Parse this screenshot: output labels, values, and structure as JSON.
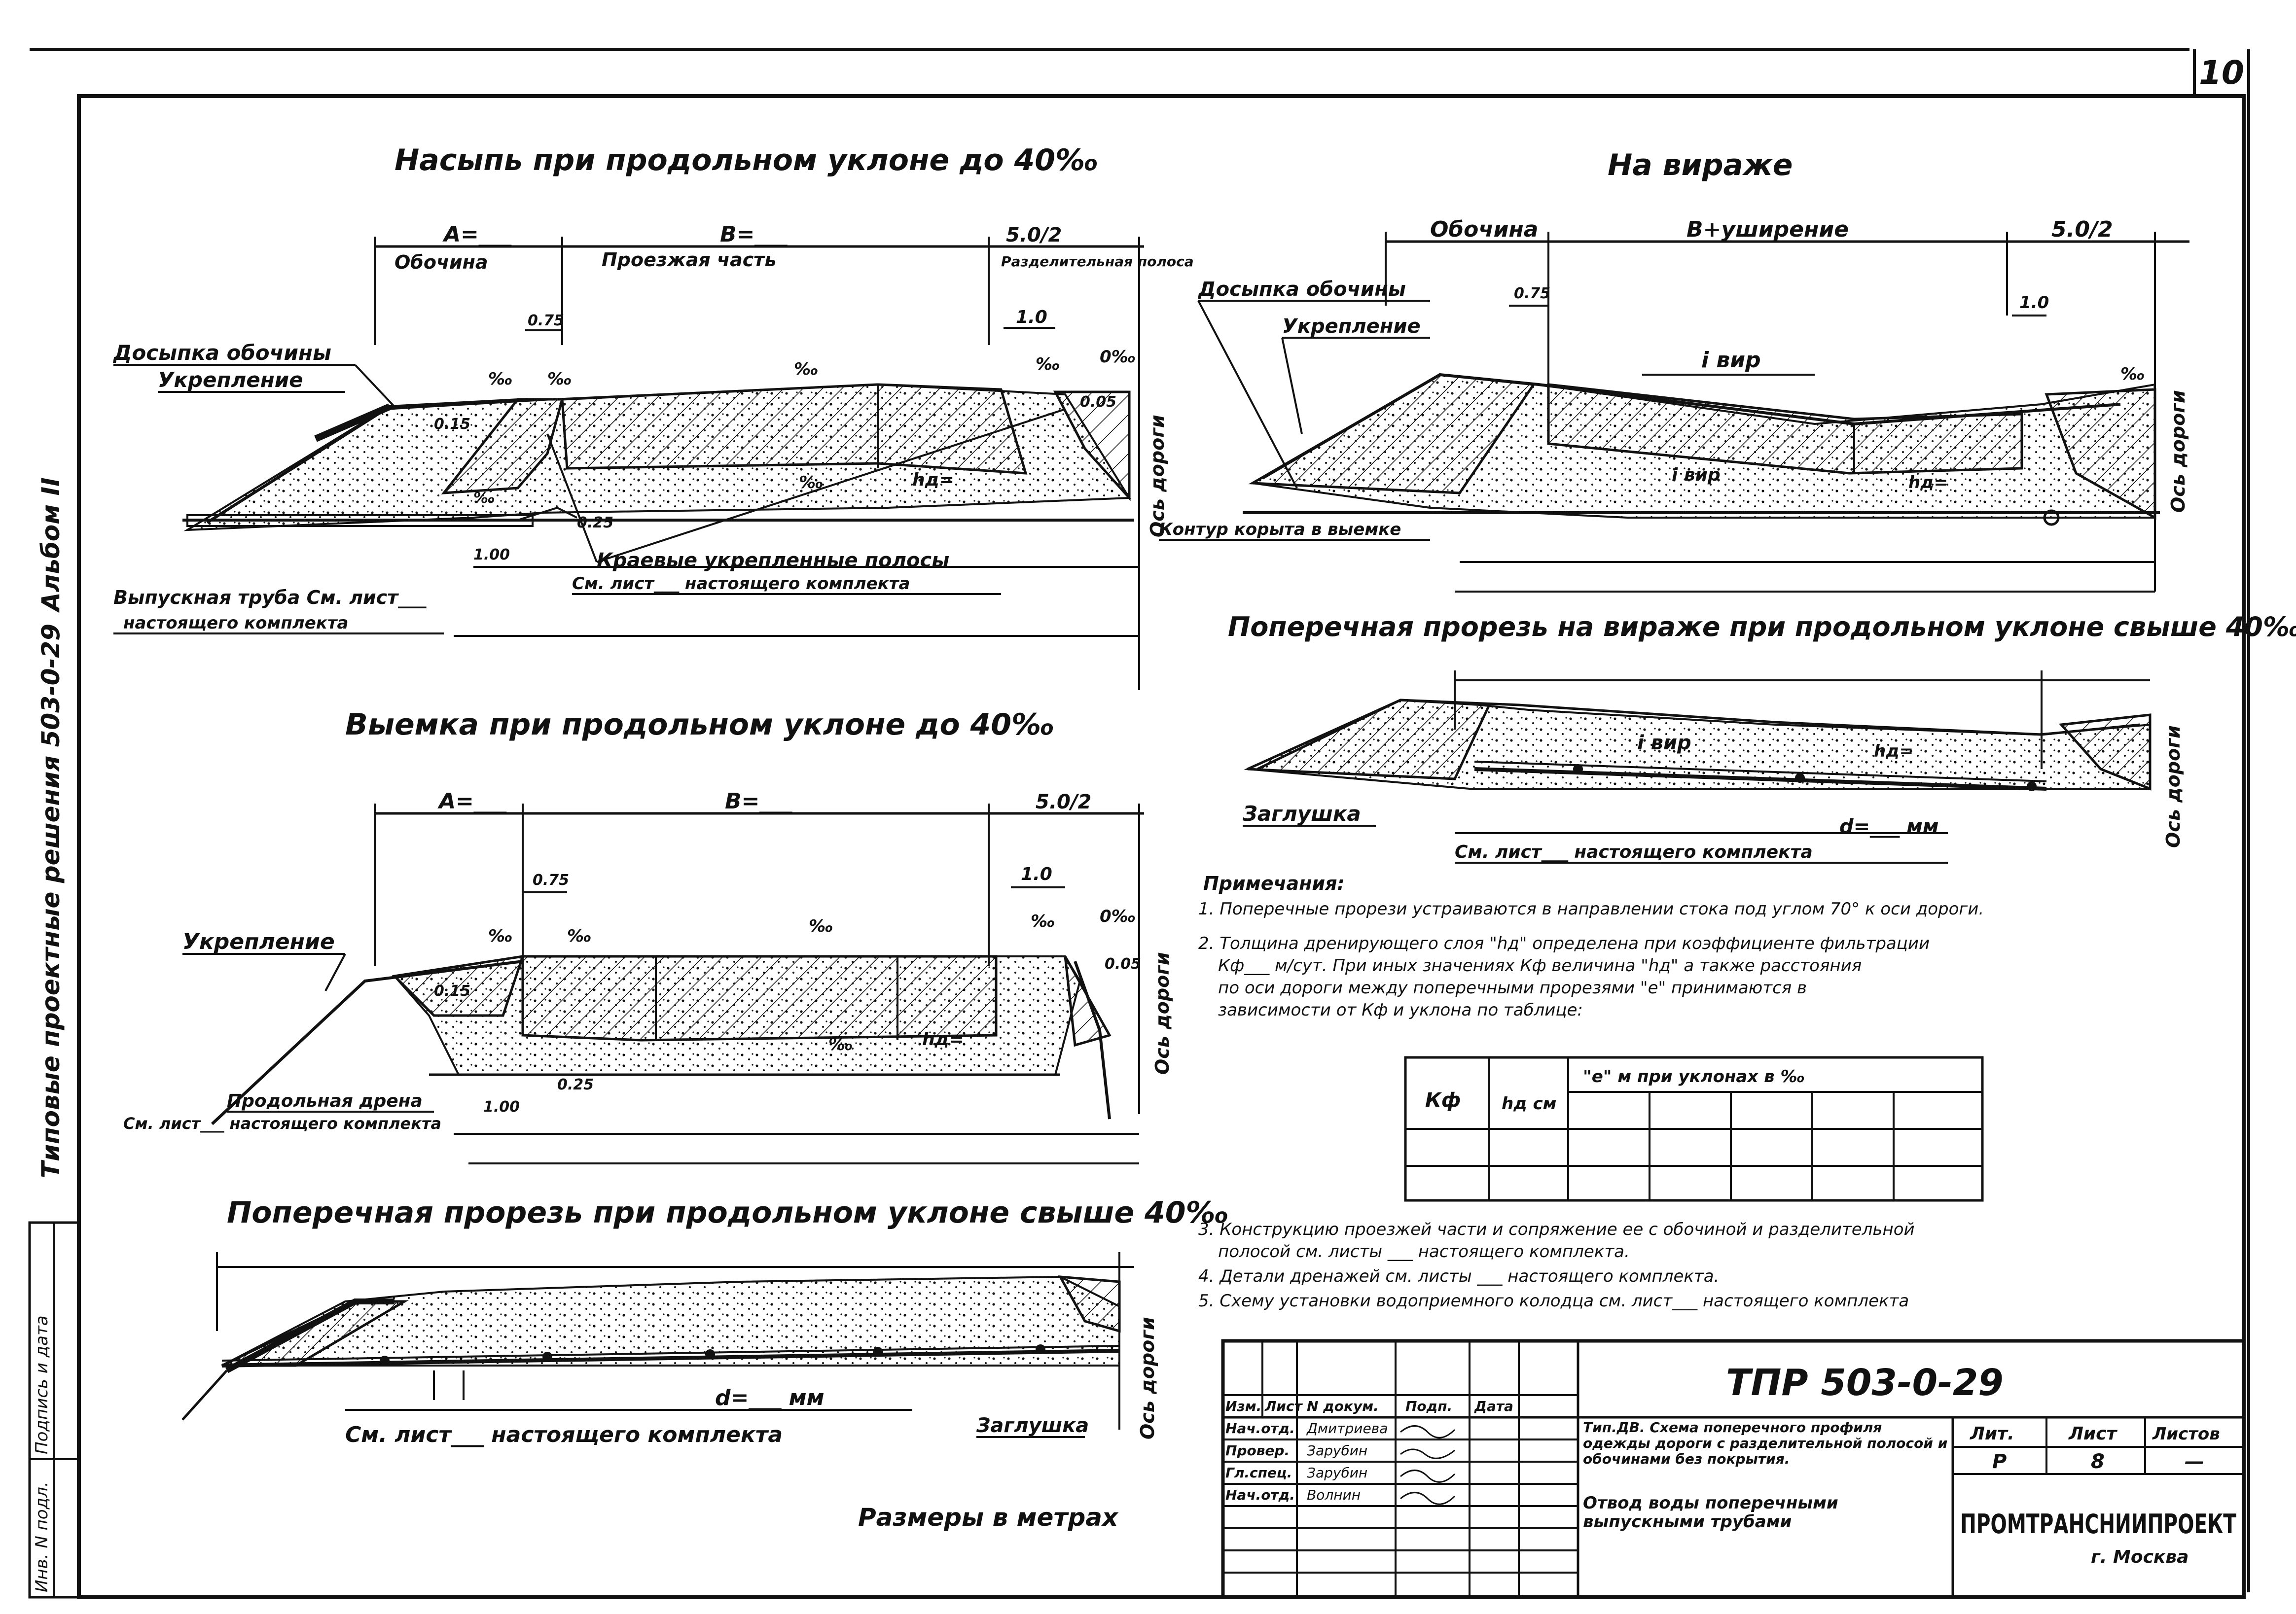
{
  "sheet": {
    "number": "10",
    "album_label": "Альбом II",
    "series_label": "Типовые проектные решения 503-0-29",
    "units_note": "Размеры в метрах"
  },
  "embankment": {
    "title": "Насыпь при продольном уклоне до 40‰",
    "dim_a": "А=___",
    "dim_b": "В=___",
    "dim_sep": "5.0/2",
    "label_shoulder": "Обочина",
    "label_carriageway": "Проезжая часть",
    "label_separator": "Разделительная полоса",
    "label_shoulder_fill": "Досыпка обочины",
    "label_reinforcement": "Укрепление",
    "label_edge_strips": "Краевые укрепленные полосы",
    "label_edge_ref": "См. лист___ настоящего комплекта",
    "label_outlet_pipe": "Выпускная труба См. лист___",
    "label_outlet_ref": "настоящего комплекта",
    "axis": "Ось дороги",
    "v075": "0.75",
    "v10": "1.0",
    "v015": "0.15",
    "v025": "0.25",
    "v005": "0.05",
    "v100": "1.00",
    "slope": "‰",
    "zero_slope": "0‰",
    "hd": "hд="
  },
  "cut": {
    "title": "Выемка при продольном уклоне до 40‰",
    "dim_a": "А=___",
    "dim_b": "В=___",
    "dim_sep": "5.0/2",
    "label_reinforcement": "Укрепление",
    "label_drain": "Продольная дрена",
    "label_drain_ref": "См. лист___ настоящего комплекта",
    "axis": "Ось дороги"
  },
  "transverse": {
    "title": "Поперечная прорезь при продольном уклоне свыше 40‰",
    "dim_d": "d=___ мм",
    "label_ref": "См. лист___ настоящего комплекта",
    "label_plug": "Заглушка",
    "axis": "Ось дороги"
  },
  "curve": {
    "title": "На вираже",
    "label_shoulder": "Обочина",
    "label_widening": "В+уширение",
    "dim_sep": "5.0/2",
    "label_shoulder_fill": "Досыпка обочины",
    "label_reinforcement": "Укрепление",
    "label_trough": "Контур корыта в выемке",
    "i_vir": "i вир",
    "axis": "Ось дороги"
  },
  "curve_transverse": {
    "title": "Поперечная прорезь на вираже при продольном уклоне свыше 40‰",
    "i_vir": "i вир",
    "dim_d": "d=___ мм",
    "label_ref": "См. лист___ настоящего комплекта",
    "label_plug": "Заглушка",
    "axis": "Ось дороги"
  },
  "notes": {
    "heading": "Примечания:",
    "n1": "1. Поперечные прорези устраиваются в направлении стока под углом 70° к оси дороги.",
    "n2a": "2. Толщина дренирующего слоя \"hд\" определена при коэффициенте фильтрации",
    "n2b": "Кф___ м/сут. При иных значениях Кф величина \"hд\" а также расстояния",
    "n2c": "по оси дороги между поперечными прорезями \"е\" принимаются в",
    "n2d": "зависимости от Кф и уклона по таблице:",
    "n3a": "3. Конструкцию проезжей части и сопряжение ее с обочиной и разделительной",
    "n3b": "полосой см. листы ___ настоящего комплекта.",
    "n4": "4. Детали дренажей см. листы ___ настоящего комплекта.",
    "n5": "5. Схему установки водоприемного колодца см. лист___ настоящего комплекта"
  },
  "table": {
    "h_kf": "Кф",
    "h_hd": "hд см",
    "h_e": "\"е\" м при уклонах в ‰"
  },
  "title_block": {
    "code": "ТПР 503-0-29",
    "col_izm": "Изм.",
    "col_list": "Лист",
    "col_doc": "N докум.",
    "col_sign": "Подп.",
    "col_date": "Дата",
    "role1": "Нач.отд.",
    "name1": "Дмитриева",
    "role2": "Провер.",
    "name2": "Зарубин",
    "role3": "Гл.спец.",
    "name3": "Зарубин",
    "role4": "Нач.отд.",
    "name4": "Волнин",
    "desc1": "Тип.ДВ. Схема поперечного профиля одежды дороги с разделительной полосой и обочинами без покрытия.",
    "desc2": "Отвод воды поперечными выпускными трубами",
    "h_lit": "Лит.",
    "h_sheet": "Лист",
    "h_sheets": "Листов",
    "v_lit": "Р",
    "v_sheet": "8",
    "v_sheets": "—",
    "org": "ПРОМТРАНСНИИПРОЕКТ",
    "city": "г. Москва"
  },
  "stamp": {
    "inv": "Инв. N подл.",
    "sign": "Подпись и дата"
  }
}
